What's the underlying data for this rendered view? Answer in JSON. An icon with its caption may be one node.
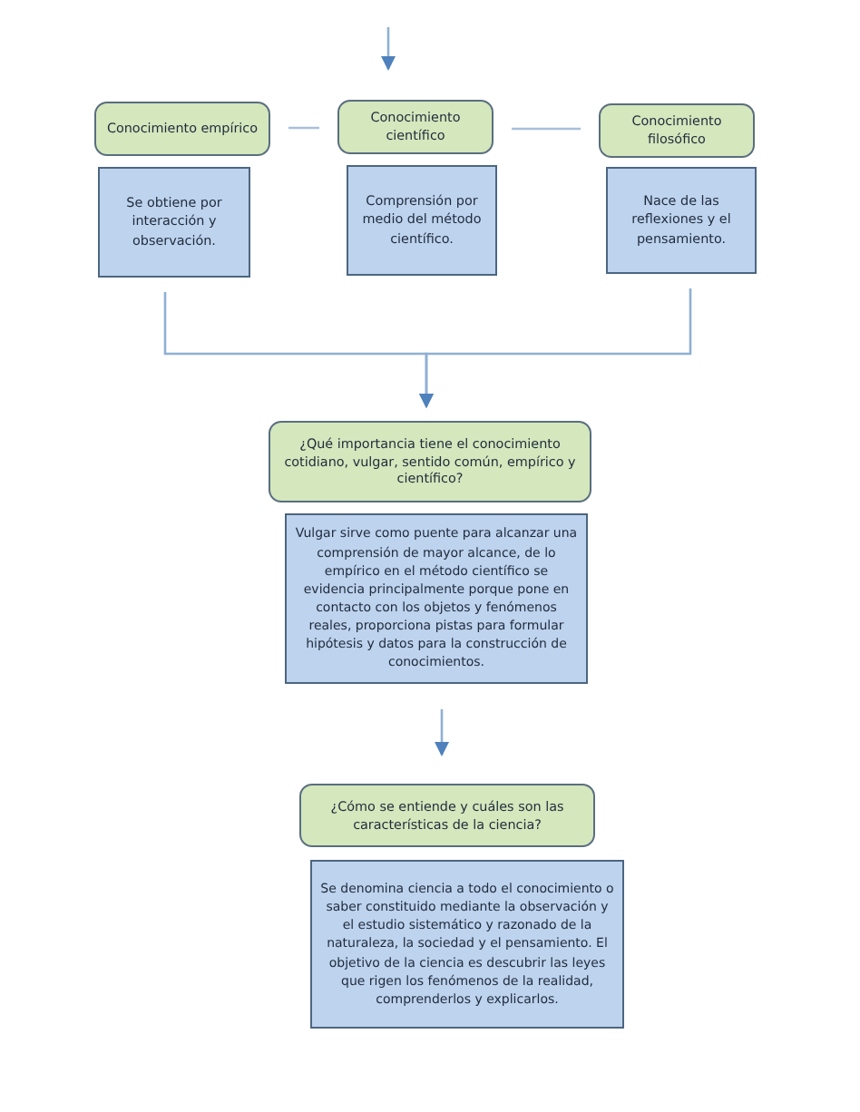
{
  "diagram": {
    "nodes": [
      {
        "text": [
          "Conocimiento empírico"
        ]
      },
      {
        "text": [
          "Conocimiento científico"
        ]
      },
      {
        "text": [
          "Conocimiento filosófico"
        ]
      },
      {
        "text": [
          "Se obtiene por interacción y observación."
        ]
      },
      {
        "text": [
          "Comprensión por medio del método científico."
        ]
      },
      {
        "text": [
          "Nace de las reflexiones y el pensamiento."
        ]
      },
      {
        "text": [
          "¿Qué importancia tiene el conocimiento cotidiano, vulgar, sentido común, empírico y científico?"
        ]
      },
      {
        "text": [
          "Vulgar sirve como puente para alcanzar una comprensión de mayor alcance, de lo empírico en el método científico se evidencia principalmente porque pone en contacto con los objetos y fenómenos reales, proporciona pistas para formular hipótesis y datos para la construcción de conocimientos."
        ]
      },
      {
        "text": [
          "¿Cómo se entiende y cuáles son las características de la ciencia?"
        ]
      },
      {
        "text": [
          "Se denomina ciencia a todo el conocimiento o saber constituido mediante la observación y el estudio sistemático y razonado de la naturaleza, la sociedad y el pensamiento. El objetivo de la ciencia es descubrir las leyes que rigen los fenómenos de la realidad, comprenderlos y explicarlos."
        ]
      }
    ],
    "edges": [
      {
        "from": null,
        "to": 1,
        "arrow": "to"
      },
      {
        "from": 0,
        "to": 1,
        "arrow": "none"
      },
      {
        "from": 1,
        "to": 2,
        "arrow": "none"
      },
      {
        "from": 3,
        "to": 6,
        "arrow": "to"
      },
      {
        "from": 5,
        "to": 6,
        "arrow": "to"
      },
      {
        "from": 7,
        "to": 8,
        "arrow": "to"
      }
    ]
  }
}
